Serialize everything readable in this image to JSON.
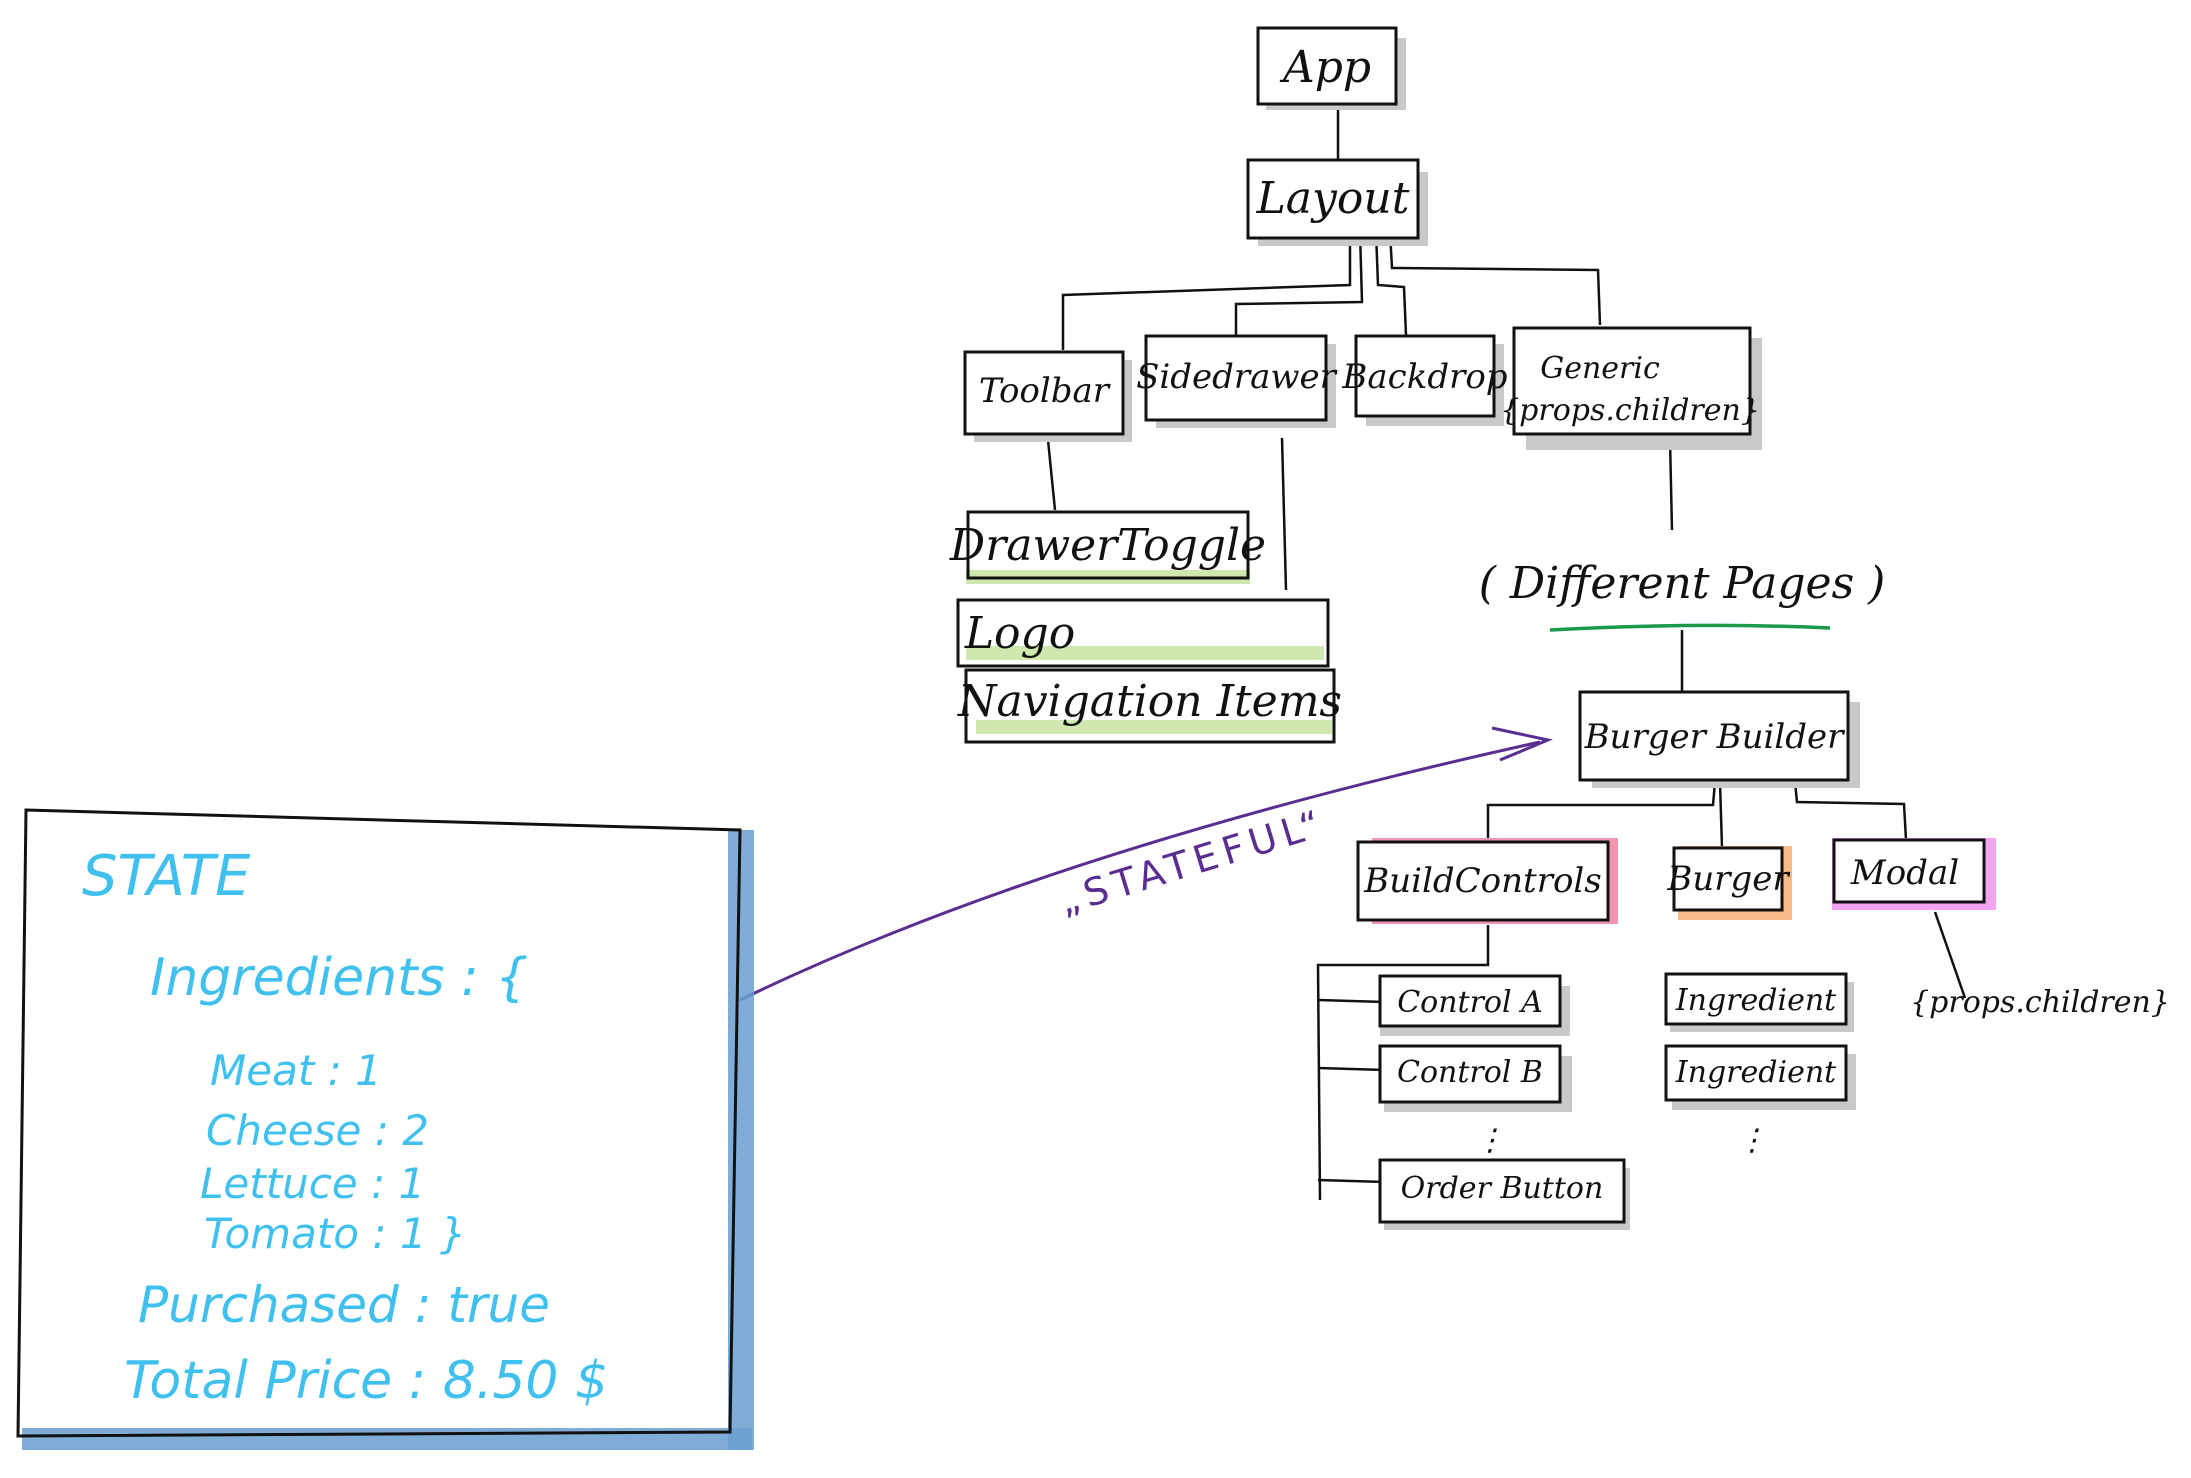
{
  "nodes": {
    "app": "App",
    "layout": "Layout",
    "toolbar": "Toolbar",
    "sidedrawer": "Sidedrawer",
    "backdrop": "Backdrop",
    "generic_line1": "Generic",
    "generic_line2": "{props.children}",
    "drawer_toggle": "DrawerToggle",
    "logo": "Logo",
    "navigation_items": "Navigation Items",
    "different_pages": "( Different Pages )",
    "burger_builder": "Burger Builder",
    "build_controls": "BuildControls",
    "burger": "Burger",
    "modal": "Modal",
    "modal_children": "{props.children}",
    "control_a": "Control  A",
    "control_b": "Control  B",
    "order_button": "Order Button",
    "ingredient_1": "Ingredient",
    "ingredient_2": "Ingredient",
    "ellipsis_controls": "⋮",
    "ellipsis_ingredients": "⋮"
  },
  "stateful_label": "„STATEFUL“",
  "state_box": {
    "title": "STATE",
    "ingredients_label": "Ingredients : {",
    "meat": "Meat :  1",
    "cheese": "Cheese : 2",
    "lettuce": "Lettuce : 1",
    "tomato": "Tomato : 1   }",
    "purchased": "Purchased :  true",
    "total_price": "Total Price :  8.50 $"
  },
  "colors": {
    "ink": "#111111",
    "shadow": "#c9c9c9",
    "state_text": "#3fc0ee",
    "state_frame": "#6a9fd0",
    "stateful_arrow": "#5a2d91",
    "different_pages_underline": "#1a9a4a",
    "green_highlight": "#cfe8b0",
    "build_controls_highlight": "#f08aa8",
    "burger_highlight": "#f5b27a",
    "modal_highlight": "#f09aee"
  }
}
